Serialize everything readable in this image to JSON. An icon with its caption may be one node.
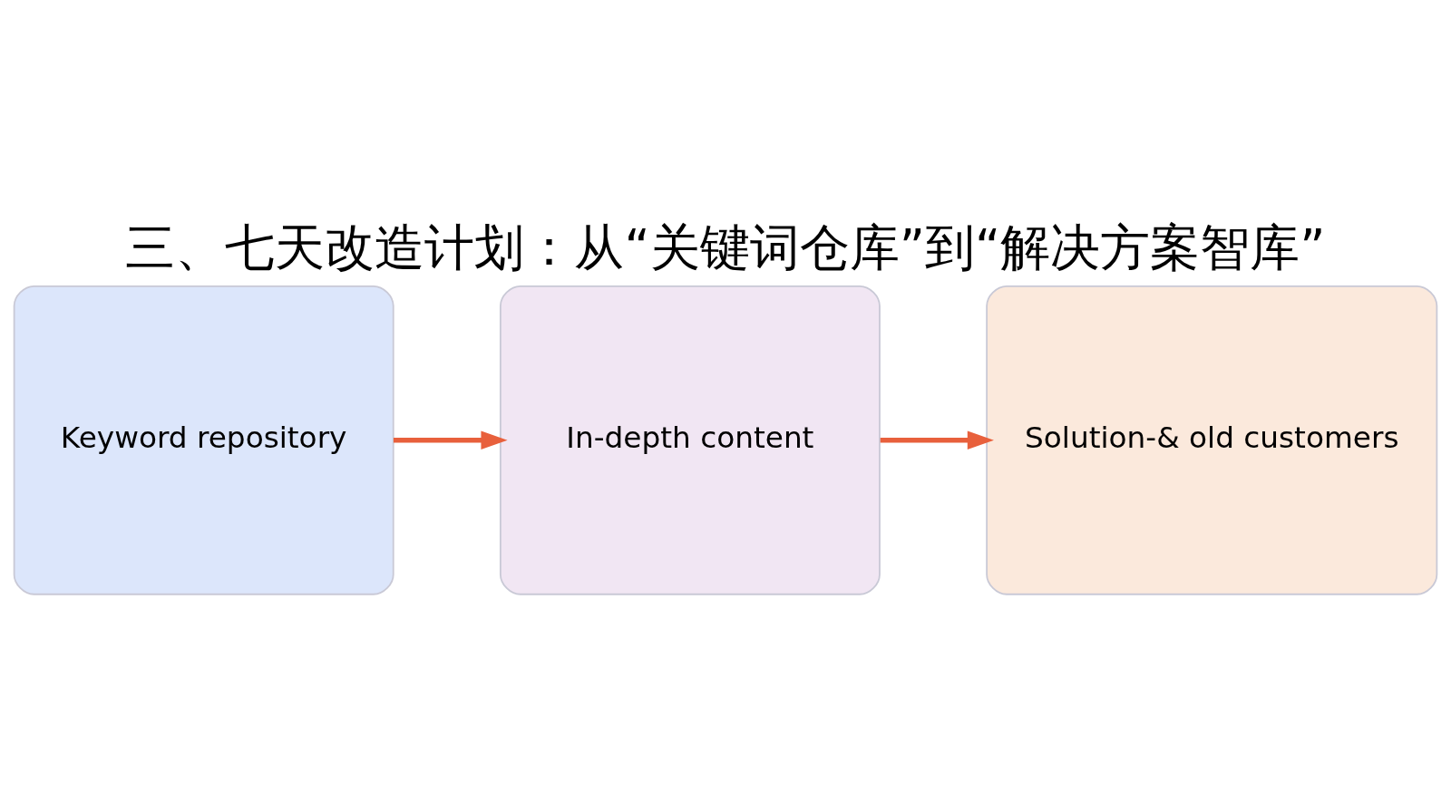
{
  "diagram": {
    "title": "三、七天改造计划：从“关键词仓库”到“解决方案智库”",
    "nodes": [
      {
        "text": [
          "Keyword repository"
        ]
      },
      {
        "text": [
          "In-depth content"
        ]
      },
      {
        "text": [
          "Solution-& old customers"
        ]
      }
    ],
    "edges": [
      {
        "from": 0,
        "to": 1,
        "arrow": "to",
        "color": "#e8603c"
      },
      {
        "from": 1,
        "to": 2,
        "arrow": "to",
        "color": "#e8603c"
      }
    ]
  }
}
